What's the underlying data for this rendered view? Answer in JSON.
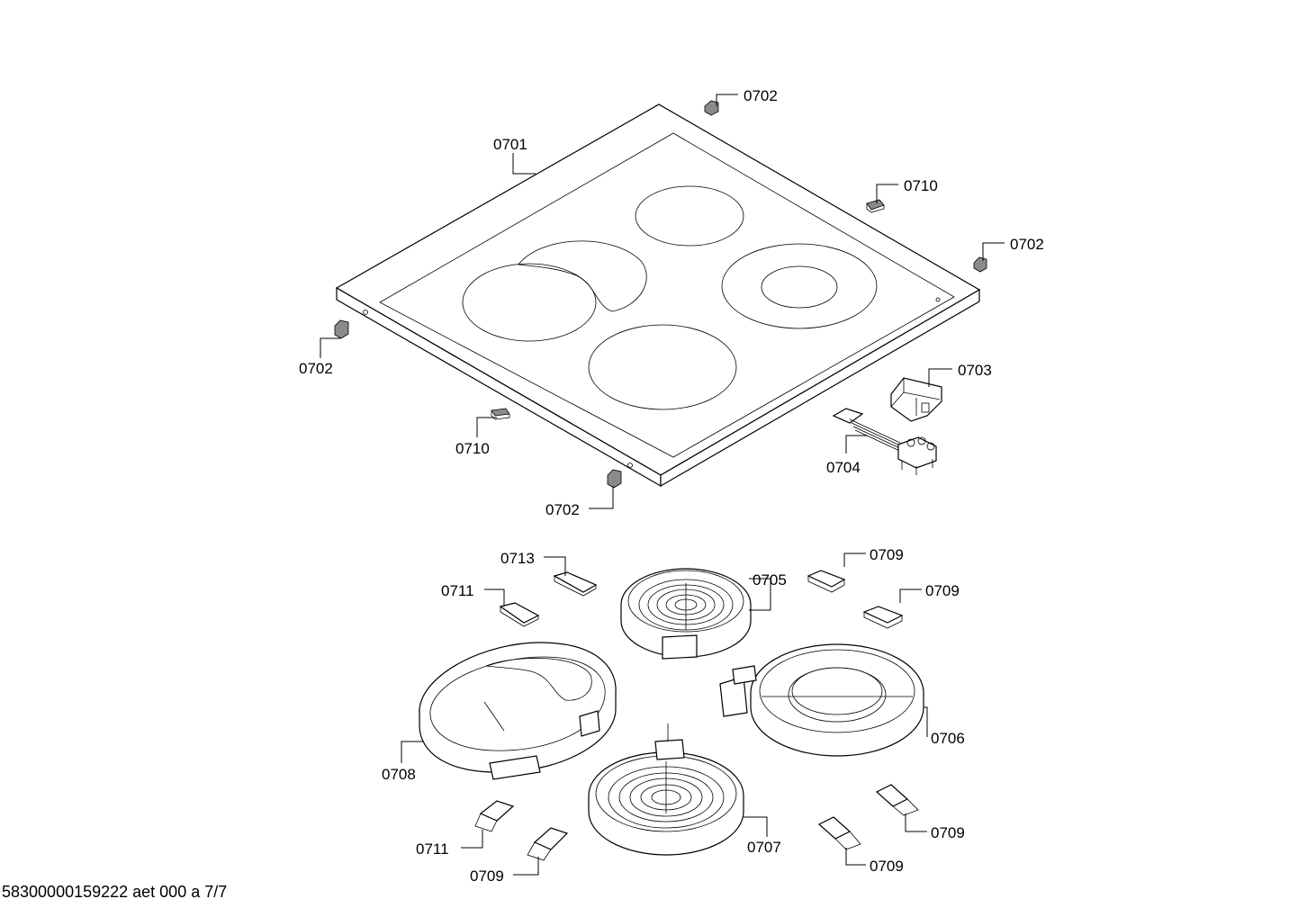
{
  "callouts": {
    "c0702_top": "0702",
    "c0701": "0701",
    "c0710_right": "0710",
    "c0702_right": "0702",
    "c0702_left": "0702",
    "c0703": "0703",
    "c0710_left": "0710",
    "c0704": "0704",
    "c0702_bottom": "0702",
    "c0713": "0713",
    "c0709_a": "0709",
    "c0705": "0705",
    "c0711_top": "0711",
    "c0709_b": "0709",
    "c0706": "0706",
    "c0708": "0708",
    "c0707": "0707",
    "c0709_c": "0709",
    "c0711_bottom": "0711",
    "c0709_d": "0709",
    "c0709_e": "0709"
  },
  "footer": "58300000159222 aet 000 a 7/7"
}
